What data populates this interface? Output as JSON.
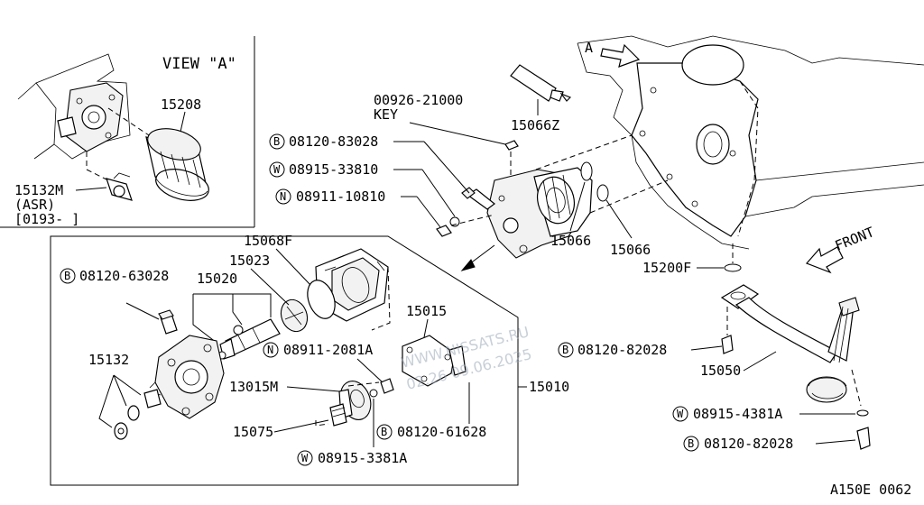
{
  "view": {
    "title": "VIEW \"A\""
  },
  "inset_labels": {
    "oil_filter": "15208",
    "sensor_number": "15132M",
    "sensor_note": "(ASR)",
    "sensor_date": "[0193-      ]"
  },
  "callouts": {
    "key_number": "00926-21000",
    "key_label": "KEY",
    "tube": "15066Z",
    "bolt_83028_prefix": "B",
    "bolt_83028": "08120-83028",
    "washer_33810_prefix": "W",
    "washer_33810": "08915-33810",
    "nut_10810_prefix": "N",
    "nut_10810": "08911-10810",
    "gasket_a": "15066",
    "gasket_b": "15066",
    "gasket_15200f": "15200F",
    "arrow_a": "A",
    "front": "FRONT",
    "cover_15068f": "15068F",
    "housing_15023": "15023",
    "relief_15020": "15020",
    "bolt_63028_prefix": "B",
    "bolt_63028": "08120-63028",
    "spring_15132": "15132",
    "nut_2081a_prefix": "N",
    "nut_2081a": "08911-2081A",
    "plate_15015": "15015",
    "gear_13015m": "13015M",
    "pump_assy_15010": "15010",
    "bolt_61628_prefix": "B",
    "bolt_61628": "08120-61628",
    "gear_15075": "15075",
    "washer_3381a_prefix": "W",
    "washer_3381a": "08915-3381A",
    "bolt_82028_a_prefix": "B",
    "bolt_82028_a": "08120-82028",
    "strainer_15050": "15050",
    "washer_4381a_prefix": "W",
    "washer_4381a": "08915-4381A",
    "bolt_82028_b_prefix": "B",
    "bolt_82028_b": "08120-82028"
  },
  "watermark": {
    "line1": "WWW.NISSATS.RU",
    "line2": "02.26 09.06.2025"
  },
  "figure_code": "A150E 0062"
}
